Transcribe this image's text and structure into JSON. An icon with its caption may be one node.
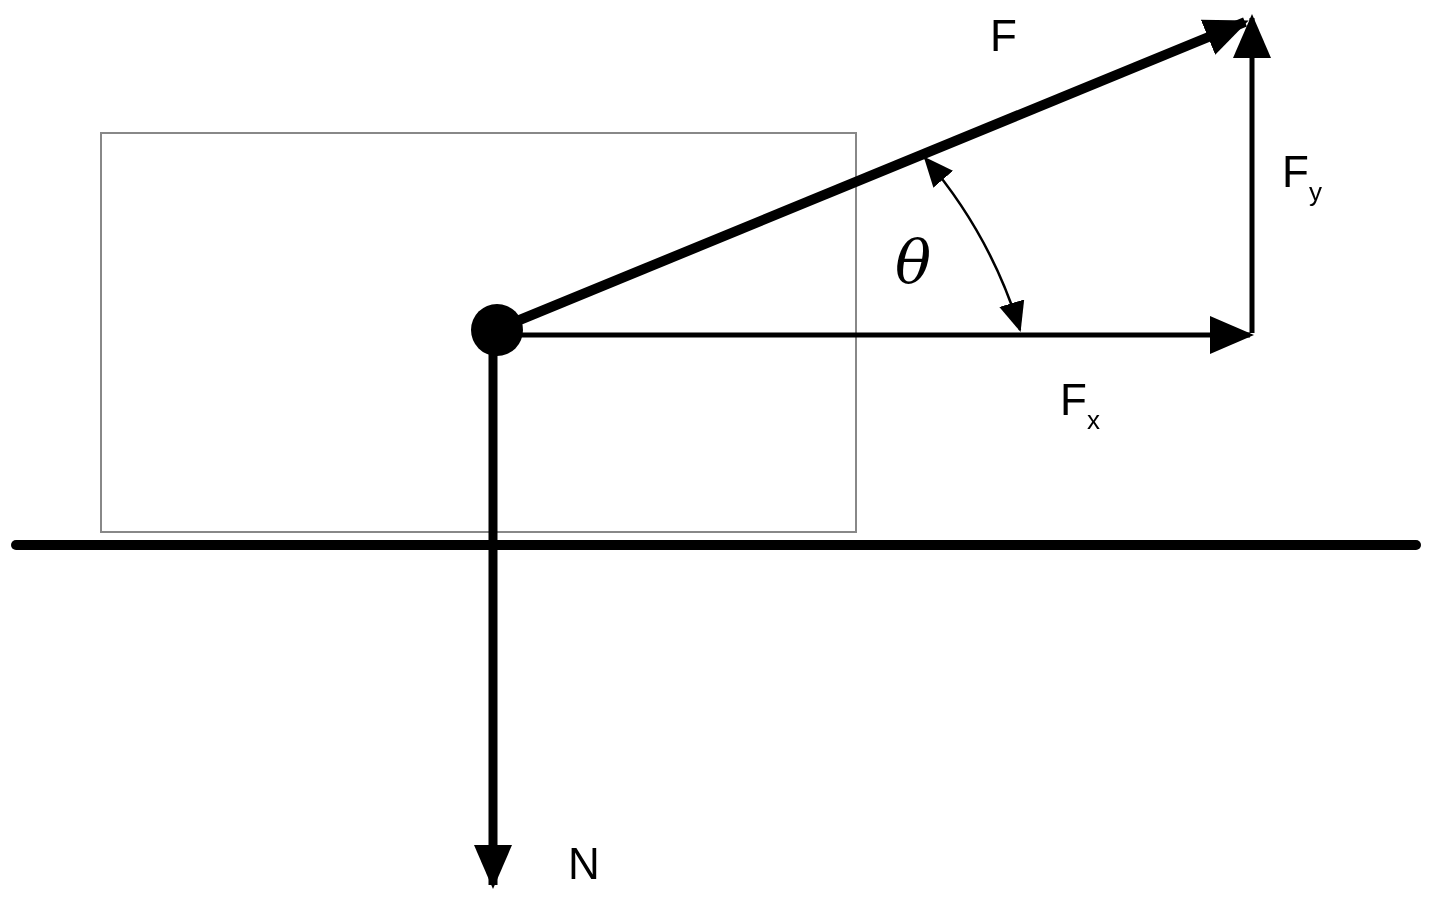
{
  "diagram": {
    "labels": [
      "F",
      "F$_{y}$",
      "θ",
      "F$_{x}$",
      "N"
    ]
  }
}
